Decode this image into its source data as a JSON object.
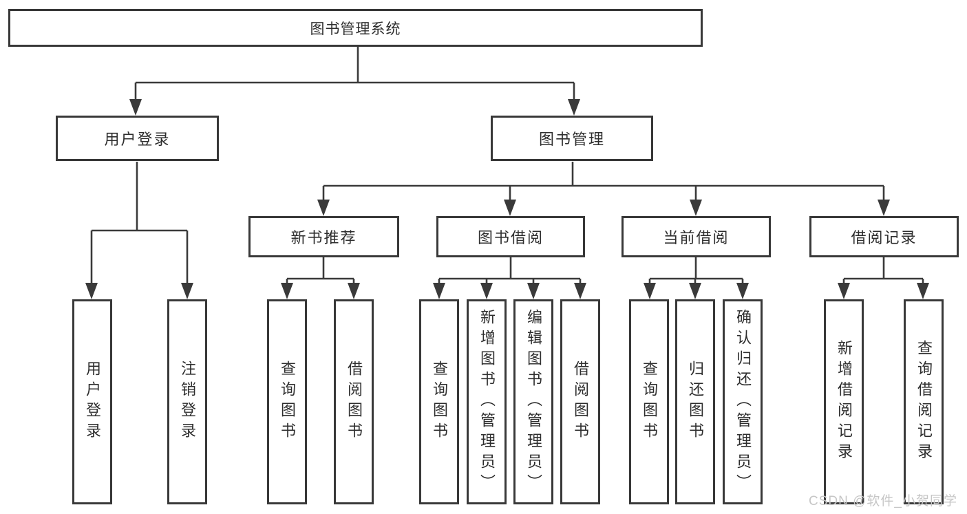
{
  "colors": {
    "line": "#3a3a3a",
    "box_border": "#383838",
    "text": "#2e2e2e",
    "background": "#ffffff",
    "watermark": "#c6c6c6"
  },
  "watermark": {
    "text": "CSDN @软件_小贺同学"
  },
  "tree": {
    "root": {
      "label": "图书管理系统"
    },
    "branches": [
      {
        "label": "用户登录",
        "children": [
          {
            "label": "用户登录"
          },
          {
            "label": "注销登录"
          }
        ]
      },
      {
        "label": "图书管理",
        "children": [
          {
            "label": "新书推荐",
            "children": [
              {
                "label": "查询图书"
              },
              {
                "label": "借阅图书"
              }
            ]
          },
          {
            "label": "图书借阅",
            "children": [
              {
                "label": "查询图书"
              },
              {
                "label": "新增图书（管理员）"
              },
              {
                "label": "编辑图书（管理员）"
              },
              {
                "label": "借阅图书"
              }
            ]
          },
          {
            "label": "当前借阅",
            "children": [
              {
                "label": "查询图书"
              },
              {
                "label": "归还图书"
              },
              {
                "label": "确认归还（管理员）"
              }
            ]
          },
          {
            "label": "借阅记录",
            "children": [
              {
                "label": "新增借阅记录"
              },
              {
                "label": "查询借阅记录"
              }
            ]
          }
        ]
      }
    ]
  }
}
